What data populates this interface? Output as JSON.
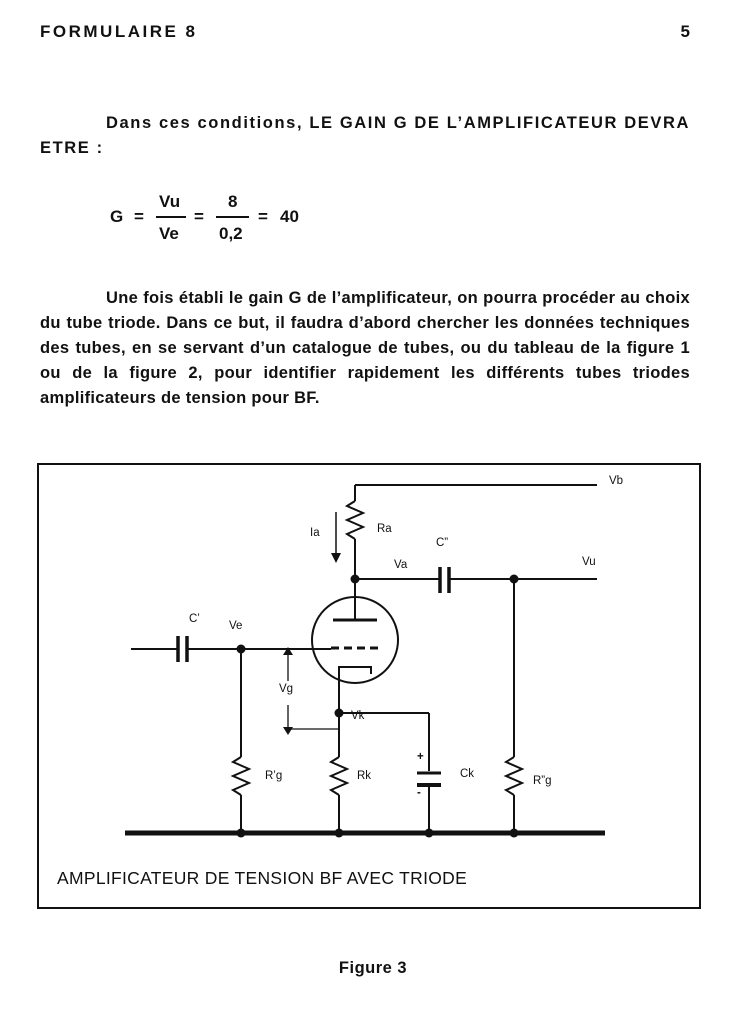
{
  "header": {
    "title": "FORMULAIRE 8",
    "page_number": "5"
  },
  "paragraph1": "Dans ces conditions, LE GAIN G DE L’AMPLIFICATEUR DEVRA ETRE :",
  "equation": {
    "lhs": "G",
    "eq1": "=",
    "num1": "Vu",
    "den1": "Ve",
    "eq2": "=",
    "num2": "8",
    "den2": "0,2",
    "eq3": "=",
    "result": "40"
  },
  "paragraph2": "Une fois établi le gain G de l’amplificateur, on pourra procéder au choix du tube triode. Dans ce but, il faudra d’abord chercher les données techniques des tubes, en se servant d’un catalogue de tubes, ou du tableau de la figure 1 ou de la figure 2, pour identifier rapidement les différents tubes triodes amplificateurs de tension pour BF.",
  "figure": {
    "title": "AMPLIFICATEUR DE TENSION BF AVEC TRIODE",
    "labels": {
      "vb": "Vb",
      "ia": "Ia",
      "ra": "Ra",
      "c2": "C”",
      "va": "Va",
      "vu": "Vu",
      "c1": "C’",
      "ve": "Ve",
      "vg": "Vg",
      "vk": "Vk",
      "rg1": "R’g",
      "rk": "Rk",
      "ck": "Ck",
      "rg2": "R”g",
      "plus": "+",
      "minus": "-"
    }
  },
  "caption": "Figure 3"
}
